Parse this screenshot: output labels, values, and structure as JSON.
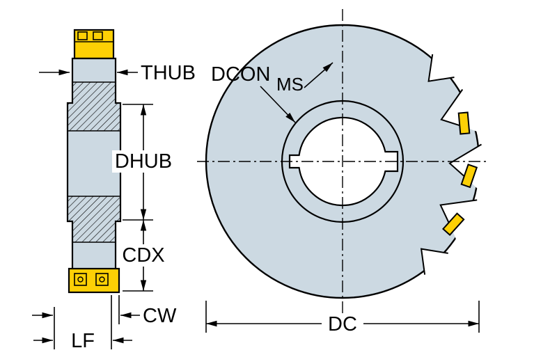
{
  "drawing": {
    "labels": {
      "thub": "THUB",
      "dcon": "DCON",
      "ms": "MS",
      "dhub": "DHUB",
      "cdx": "CDX",
      "cw": "CW",
      "lf": "LF",
      "dc": "DC"
    },
    "colors": {
      "body": "#ccd9e2",
      "insert_yellow": "#fdd005",
      "line": "#000000",
      "background": "#ffffff"
    }
  }
}
